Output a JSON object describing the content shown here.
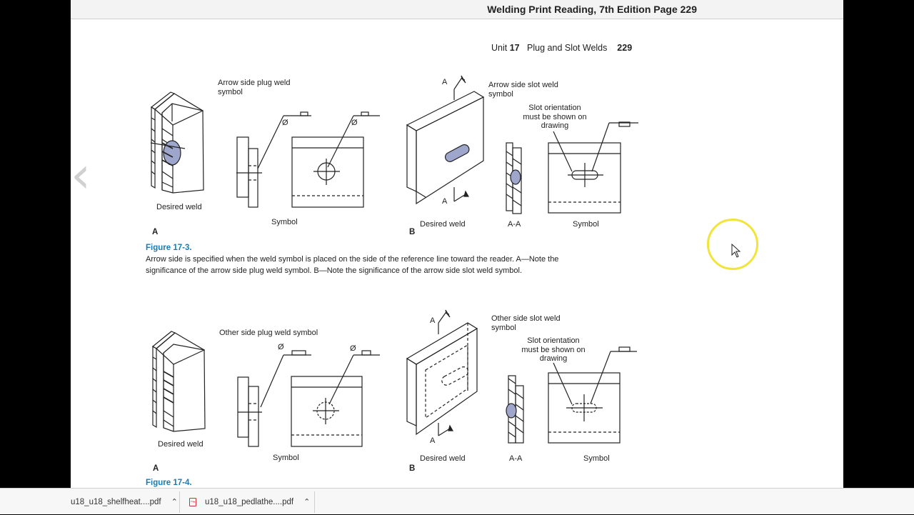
{
  "viewer": {
    "document_title": "Welding Print Reading, 7th Edition Page 229",
    "page_header": {
      "unit_word": "Unit",
      "unit_number": "17",
      "unit_title": "Plug and Slot Welds",
      "page_number": "229"
    }
  },
  "figure_17_3": {
    "labels": {
      "arrow_plug": "Arrow side plug weld symbol",
      "arrow_slot": "Arrow side slot weld symbol",
      "slot_orientation": "Slot orientation must be shown on drawing",
      "desired_weld_a": "Desired weld",
      "symbol_a": "Symbol",
      "desired_weld_b": "Desired weld",
      "aa": "A-A",
      "symbol_b": "Symbol",
      "part_a": "A",
      "part_b": "B",
      "section_a_top": "A",
      "section_a_bottom": "A",
      "dia_1": "Ø",
      "dia_2": "Ø"
    },
    "title": "Figure 17-3.",
    "caption_line1": "Arrow side is specified when the weld symbol is placed on the side of the reference line toward the reader. A—Note the",
    "caption_line2": "significance of the arrow side plug weld symbol. B—Note the significance of the arrow side slot weld symbol."
  },
  "figure_17_4": {
    "labels": {
      "other_plug": "Other side plug weld symbol",
      "other_slot": "Other side slot weld symbol",
      "slot_orientation": "Slot orientation must be shown on drawing",
      "desired_weld_a": "Desired weld",
      "symbol_a": "Symbol",
      "desired_weld_b": "Desired weld",
      "aa": "A-A",
      "symbol_b": "Symbol",
      "part_a": "A",
      "part_b": "B",
      "section_a_top": "A",
      "section_a_bottom": "A",
      "dia_1": "Ø",
      "dia_2": "Ø"
    },
    "title": "Figure 17-4."
  },
  "downloads": [
    {
      "name": "u18_u18_shelfheat....pdf",
      "icon": "pdf-icon"
    },
    {
      "name": "u18_u18_pedlathe....pdf",
      "icon": "pdf-icon"
    }
  ],
  "colors": {
    "weld_fill": "#9ea6cc",
    "figure_title": "#1a7bb3",
    "cursor_ring": "#f1e43a"
  }
}
